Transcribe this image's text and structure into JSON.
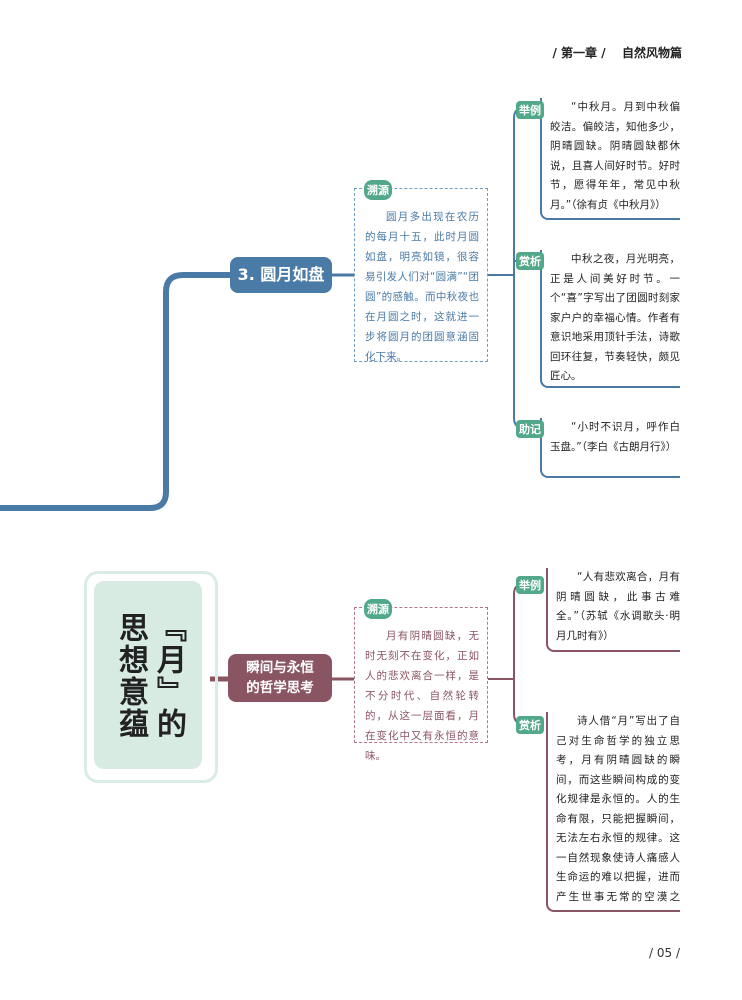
{
  "header": {
    "chapter": "/ 第一章 /",
    "section": "自然风物篇"
  },
  "page_number": "/ 05 /",
  "colors": {
    "blue": "#4a7aa6",
    "teal": "#52a88a",
    "maroon": "#8a5563",
    "mint": "#d7ebe3"
  },
  "topic1": {
    "node_label": "3. 圆月如盘",
    "source_tag": "溯源",
    "source_text": "圆月多出现在农历的每月十五，此时月圆如盘，明亮如镜，很容易引发人们对“圆满”“团圆”的感触。而中秋夜也在月圆之时，这就进一步将圆月的团圆意涵固化下来。",
    "example_tag": "举例",
    "example_text": "“中秋月。月到中秋偏皎洁。偏皎洁，知他多少，阴晴圆缺。阴晴圆缺都休说，且喜人间好时节。好时节，愿得年年，常见中秋月。”（徐有贞《中秋月》）",
    "analysis_tag": "赏析",
    "analysis_text": "中秋之夜，月光明亮，正是人间美好时节。一个“喜”字写出了团圆时刻家家户户的幸福心情。作者有意识地采用顶针手法，诗歌回环往复，节奏轻快，颇见匠心。",
    "memory_tag": "助记",
    "memory_text": "“小时不识月，呼作白玉盘。”（李白《古朗月行》）"
  },
  "main_title": {
    "line1": "『月』的",
    "line2": "思想意蕴"
  },
  "topic2": {
    "node_line1": "瞬间与永恒",
    "node_line2": "的哲学思考",
    "source_tag": "溯源",
    "source_text": "月有阴晴圆缺，无时无刻不在变化，正如人的悲欢离合一样，是不分时代、自然轮转的，从这一层面看，月在变化中又有永恒的意味。",
    "example_tag": "举例",
    "example_text": "“人有悲欢离合，月有阴晴圆缺，此事古难全。”（苏轼《水调歌头·明月几时有》）",
    "analysis_tag": "赏析",
    "analysis_text": "诗人借“月”写出了自己对生命哲学的独立思考，月有阴晴圆缺的瞬间，而这些瞬间构成的变化规律是永恒的。人的生命有限，只能把握瞬间，无法左右永恒的规律。这一自然现象使诗人痛感人生命运的难以把握，进而产生世事无常的空漠之感。"
  }
}
